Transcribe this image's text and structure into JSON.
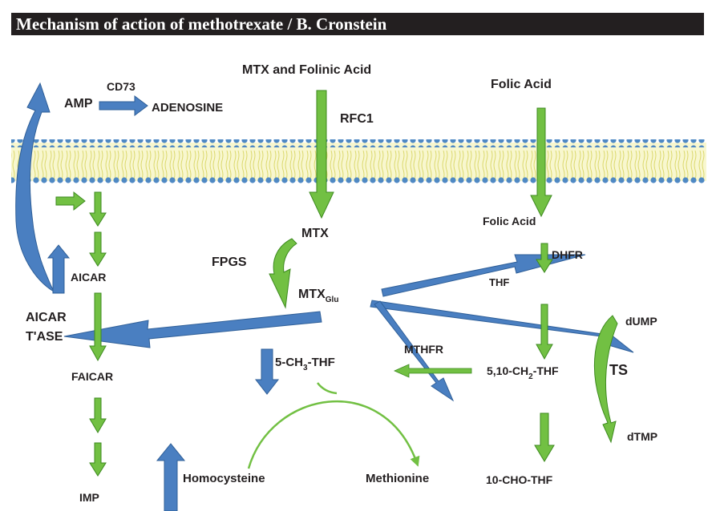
{
  "title": "Mechanism of action of methotrexate / B. Cronstein",
  "colors": {
    "blue_arrow": "#4a7fc1",
    "blue_stroke": "#2f5f98",
    "green_arrow": "#72c043",
    "green_stroke": "#3d8a1f",
    "membrane_dot": "#4f89c4",
    "membrane_fill": "#f4f3b8",
    "membrane_line": "#d8d562",
    "title_bg": "#231f20",
    "title_text": "#ffffff"
  },
  "labels": {
    "mtx_folinic": "MTX and Folinic Acid",
    "folic_acid_top": "Folic Acid",
    "folic_acid_inner": "Folic Acid",
    "rfc1": "RFC1",
    "amp": "AMP",
    "cd73": "CD73",
    "adenosine": "ADENOSINE",
    "mtx": "MTX",
    "fpgs": "FPGS",
    "mtx_glu_main": "MTX",
    "mtx_glu_sub": "Glu",
    "aicar": "AICAR",
    "aicar_tase_1": "AICAR",
    "aicar_tase_2": "T'ASE",
    "faicar": "FAICAR",
    "imp": "IMP",
    "dhfr": "DHFR",
    "thf": "THF",
    "mthfr": "MTHFR",
    "methyl_thf_pre": "5-CH",
    "methyl_thf_sub": "3",
    "methyl_thf_post": "-THF",
    "methylene_thf_pre": "5,10-CH",
    "methylene_thf_sub": "2",
    "methylene_thf_post": "-THF",
    "formyl_thf": "10-CHO-THF",
    "dump": "dUMP",
    "ts": "TS",
    "dtmp": "dTMP",
    "homocysteine": "Homocysteine",
    "methionine": "Methionine"
  }
}
